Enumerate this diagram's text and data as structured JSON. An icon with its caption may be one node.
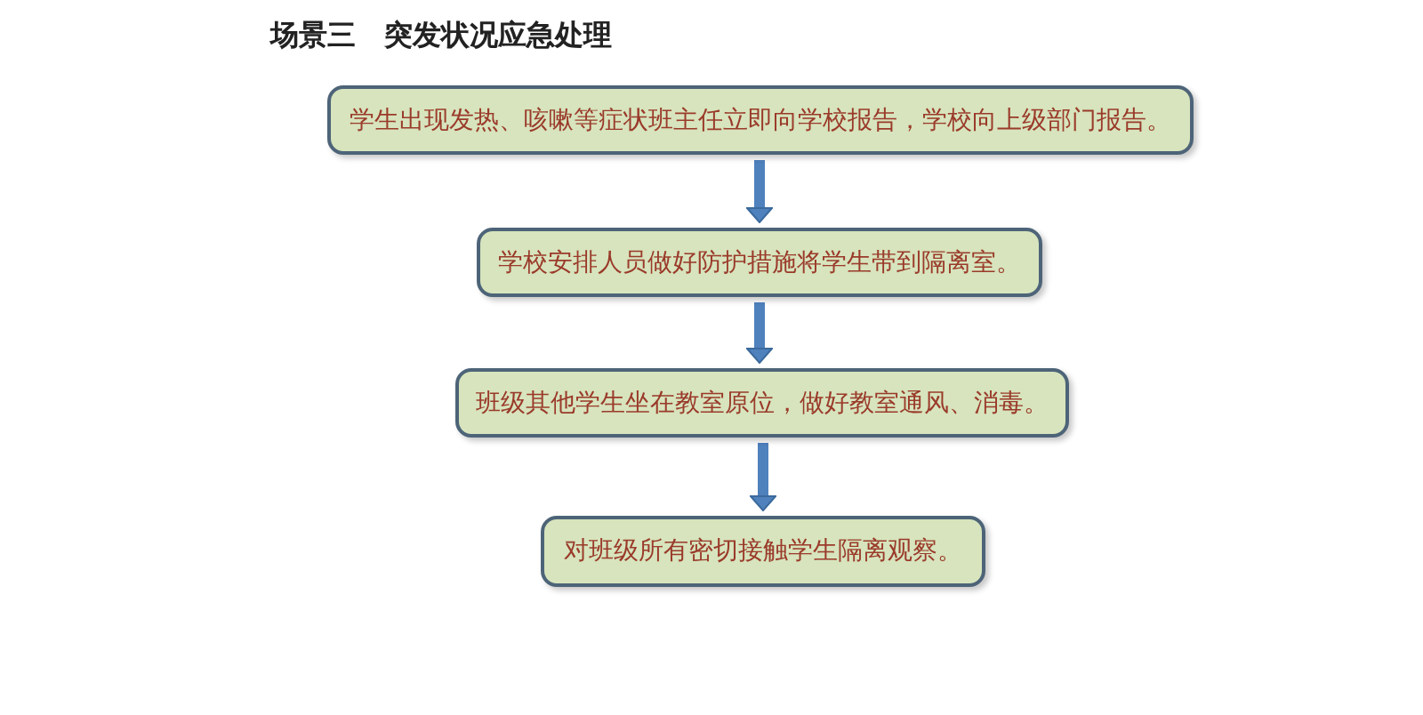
{
  "diagram": {
    "title": "场景三　突发状况应急处理",
    "nodes": [
      {
        "text": [
          "学生出现发热、咳嗽等症状班主任立即向学校报告，学校向上级部门报告。"
        ]
      },
      {
        "text": [
          "学校安排人员做好防护措施将学生带到隔离室。"
        ]
      },
      {
        "text": [
          "班级其他学生坐在教室原位，做好教室通风、消毒。"
        ]
      },
      {
        "text": [
          "对班级所有密切接触学生隔离观察。"
        ]
      }
    ],
    "edges": [
      {
        "from": 0,
        "to": 1,
        "arrow": "to"
      },
      {
        "from": 1,
        "to": 2,
        "arrow": "to"
      },
      {
        "from": 2,
        "to": 3,
        "arrow": "to"
      }
    ]
  }
}
